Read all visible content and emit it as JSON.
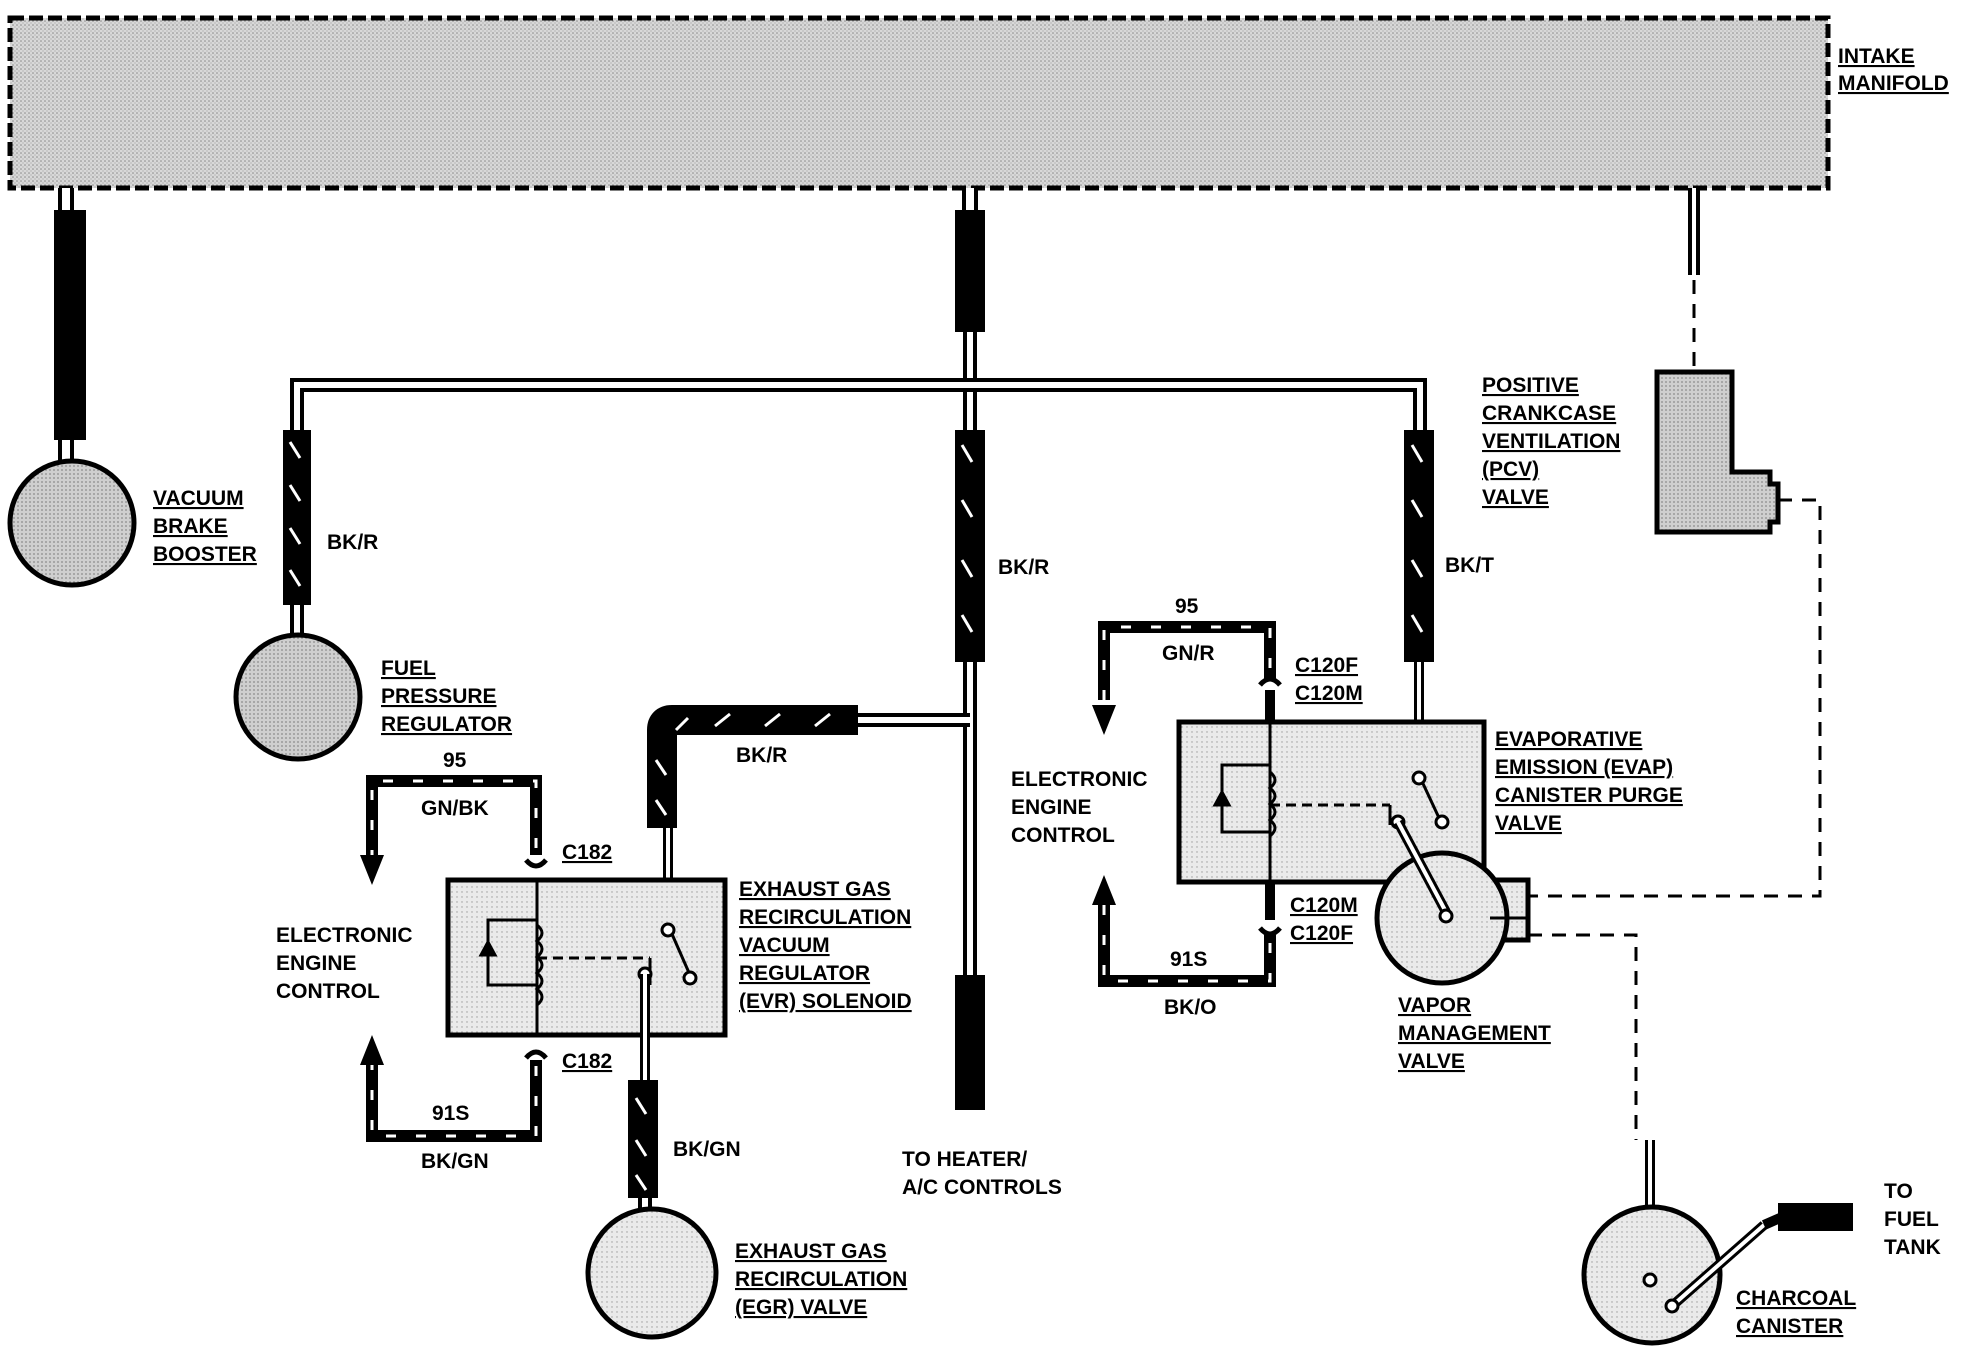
{
  "labels": {
    "intake_manifold": [
      "INTAKE",
      "MANIFOLD"
    ],
    "brake_booster": [
      "VACUUM",
      "BRAKE",
      "BOOSTER"
    ],
    "fuel_pressure_regulator": [
      "FUEL",
      "PRESSURE",
      "REGULATOR"
    ],
    "pcv_valve": [
      "POSITIVE",
      "CRANKCASE",
      "VENTILATION",
      "(PCV)",
      "VALVE"
    ],
    "evr_solenoid": [
      "EXHAUST GAS",
      "RECIRCULATION",
      "VACUUM",
      "REGULATOR",
      "(EVR) SOLENOID"
    ],
    "egr_valve": [
      "EXHAUST GAS",
      "RECIRCULATION",
      "(EGR) VALVE"
    ],
    "evap_purge_valve": [
      "EVAPORATIVE",
      "EMISSION (EVAP)",
      "CANISTER PURGE",
      "VALVE"
    ],
    "vapor_management_valve": [
      "VAPOR",
      "MANAGEMENT",
      "VALVE"
    ],
    "charcoal_canister": [
      "CHARCOAL",
      "CANISTER"
    ],
    "to_fuel_tank": [
      "TO",
      "FUEL",
      "TANK"
    ],
    "to_heater": [
      "TO HEATER/",
      "A/C CONTROLS"
    ],
    "eec_left": [
      "ELECTRONIC",
      "ENGINE",
      "CONTROL"
    ],
    "eec_right": [
      "ELECTRONIC",
      "ENGINE",
      "CONTROL"
    ]
  },
  "hoses": {
    "brake_reg_hose": "BK/R",
    "center_hose": "BK/R",
    "evr_hose": "BK/R",
    "evap_hose": "BK/T",
    "egr_hose": "BK/GN"
  },
  "circuits": {
    "left_top_number": "95",
    "left_top_color": "GN/BK",
    "left_top_connector": "C182",
    "left_bottom_number": "91S",
    "left_bottom_color": "BK/GN",
    "left_bottom_connector": "C182",
    "right_top_number": "95",
    "right_top_color": "GN/R",
    "right_top_connector_1": "C120F",
    "right_top_connector_2": "C120M",
    "right_bottom_number": "91S",
    "right_bottom_color": "BK/O",
    "right_bottom_connector_1": "C120M",
    "right_bottom_connector_2": "C120F"
  },
  "colors": {
    "line": "#000000",
    "component_fill": "#c8c8c8",
    "manifold_fill": "#d4d4d4",
    "background": "#ffffff"
  }
}
